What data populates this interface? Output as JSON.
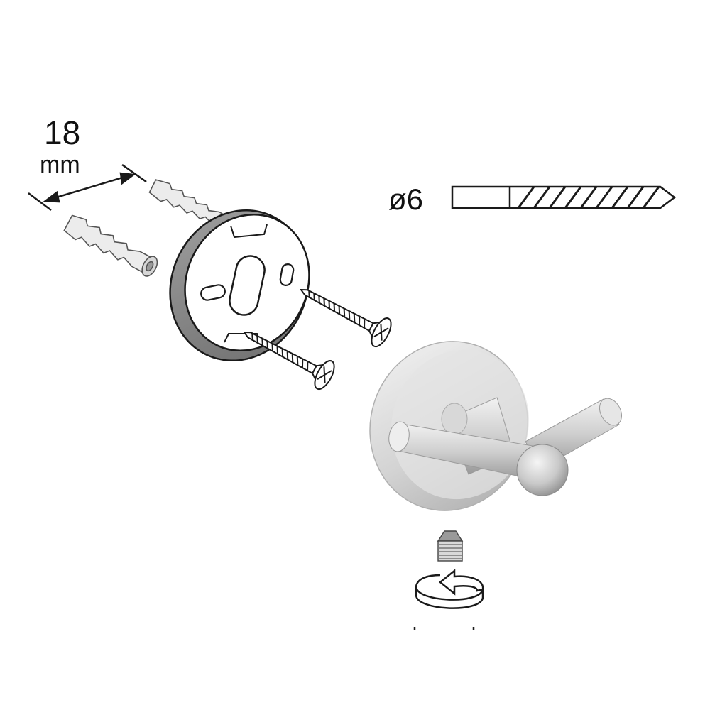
{
  "labels": {
    "dimension_value": "18",
    "dimension_unit": "mm",
    "drill_diameter": "ø6"
  },
  "icons": {
    "wall_plug": "wall-plug-icon",
    "mounting_plate": "mounting-plate-icon",
    "screw": "wood-screw-icon",
    "hook": "double-hook-icon",
    "grub_screw": "grub-screw-icon",
    "rotate_arrow": "rotate-arrow-icon",
    "drill_bit": "drill-bit-icon"
  },
  "colors": {
    "line": "#1a1a1a",
    "plug_fill": "#e9e9e9",
    "plate_dark": "#8c8c8c",
    "chrome_light": "#eeeeee",
    "chrome_mid": "#c8c8c8",
    "chrome_dark": "#9e9e9e"
  }
}
